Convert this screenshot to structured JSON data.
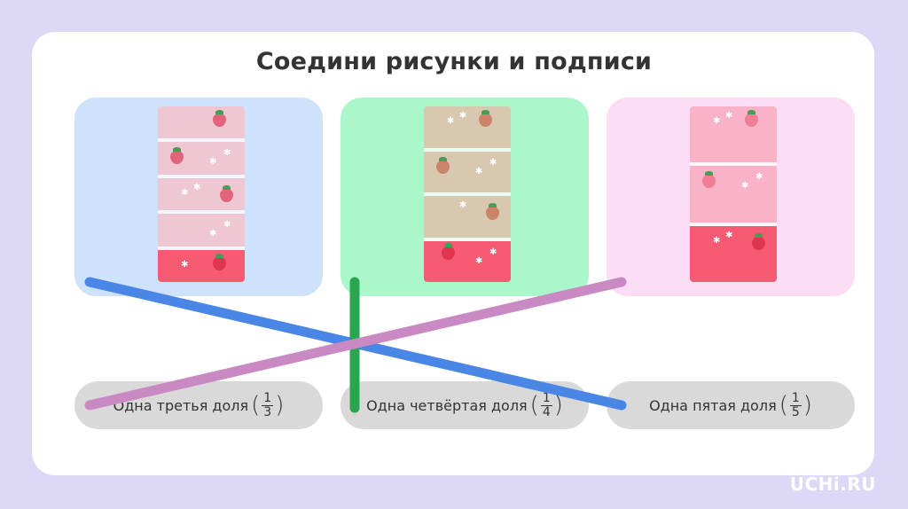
{
  "title": "Соедини рисунки и подписи",
  "panels": [
    {
      "name": "chocolate-bar-thirds-pink",
      "pieces": [
        {
          "filled": false,
          "berry": true,
          "stars": 0
        },
        {
          "filled": false,
          "berry": true,
          "stars": 2
        },
        {
          "filled": false,
          "berry": true,
          "stars": 2
        },
        {
          "filled": false,
          "berry": false,
          "stars": 2
        },
        {
          "filled": true,
          "berry": true,
          "stars": 1
        }
      ]
    },
    {
      "name": "chocolate-bar-quarters-brown",
      "pieces": [
        {
          "filled": false,
          "berry": true,
          "stars": 2
        },
        {
          "filled": false,
          "berry": true,
          "stars": 2
        },
        {
          "filled": false,
          "berry": true,
          "stars": 1
        },
        {
          "filled": true,
          "berry": true,
          "stars": 2
        }
      ]
    },
    {
      "name": "chocolate-bar-thirds-rose",
      "pieces": [
        {
          "filled": false,
          "berry": true,
          "stars": 2
        },
        {
          "filled": false,
          "berry": true,
          "stars": 2
        },
        {
          "filled": true,
          "berry": true,
          "stars": 2
        }
      ]
    }
  ],
  "labels": [
    {
      "text": "Одна третья доля",
      "numerator": "1",
      "denominator": "3"
    },
    {
      "text": "Одна четвёртая доля",
      "numerator": "1",
      "denominator": "4"
    },
    {
      "text": "Одна пятая доля",
      "numerator": "1",
      "denominator": "5"
    }
  ],
  "connections": [
    {
      "from_panel": 0,
      "to_label": 2,
      "color": "#4a86e6"
    },
    {
      "from_panel": 1,
      "to_label": 1,
      "color": "#2aa652"
    },
    {
      "from_panel": 2,
      "to_label": 0,
      "color": "#c98ac3"
    }
  ],
  "logo": "UCHi.RU",
  "colors": {
    "background": "#ddd8f6",
    "panel_blue": "#cfe2fb",
    "panel_green": "#a9f7cb",
    "panel_pink": "#fddcf5",
    "filled_piece": "#f75b74",
    "label_bg": "#d9d9d9"
  }
}
